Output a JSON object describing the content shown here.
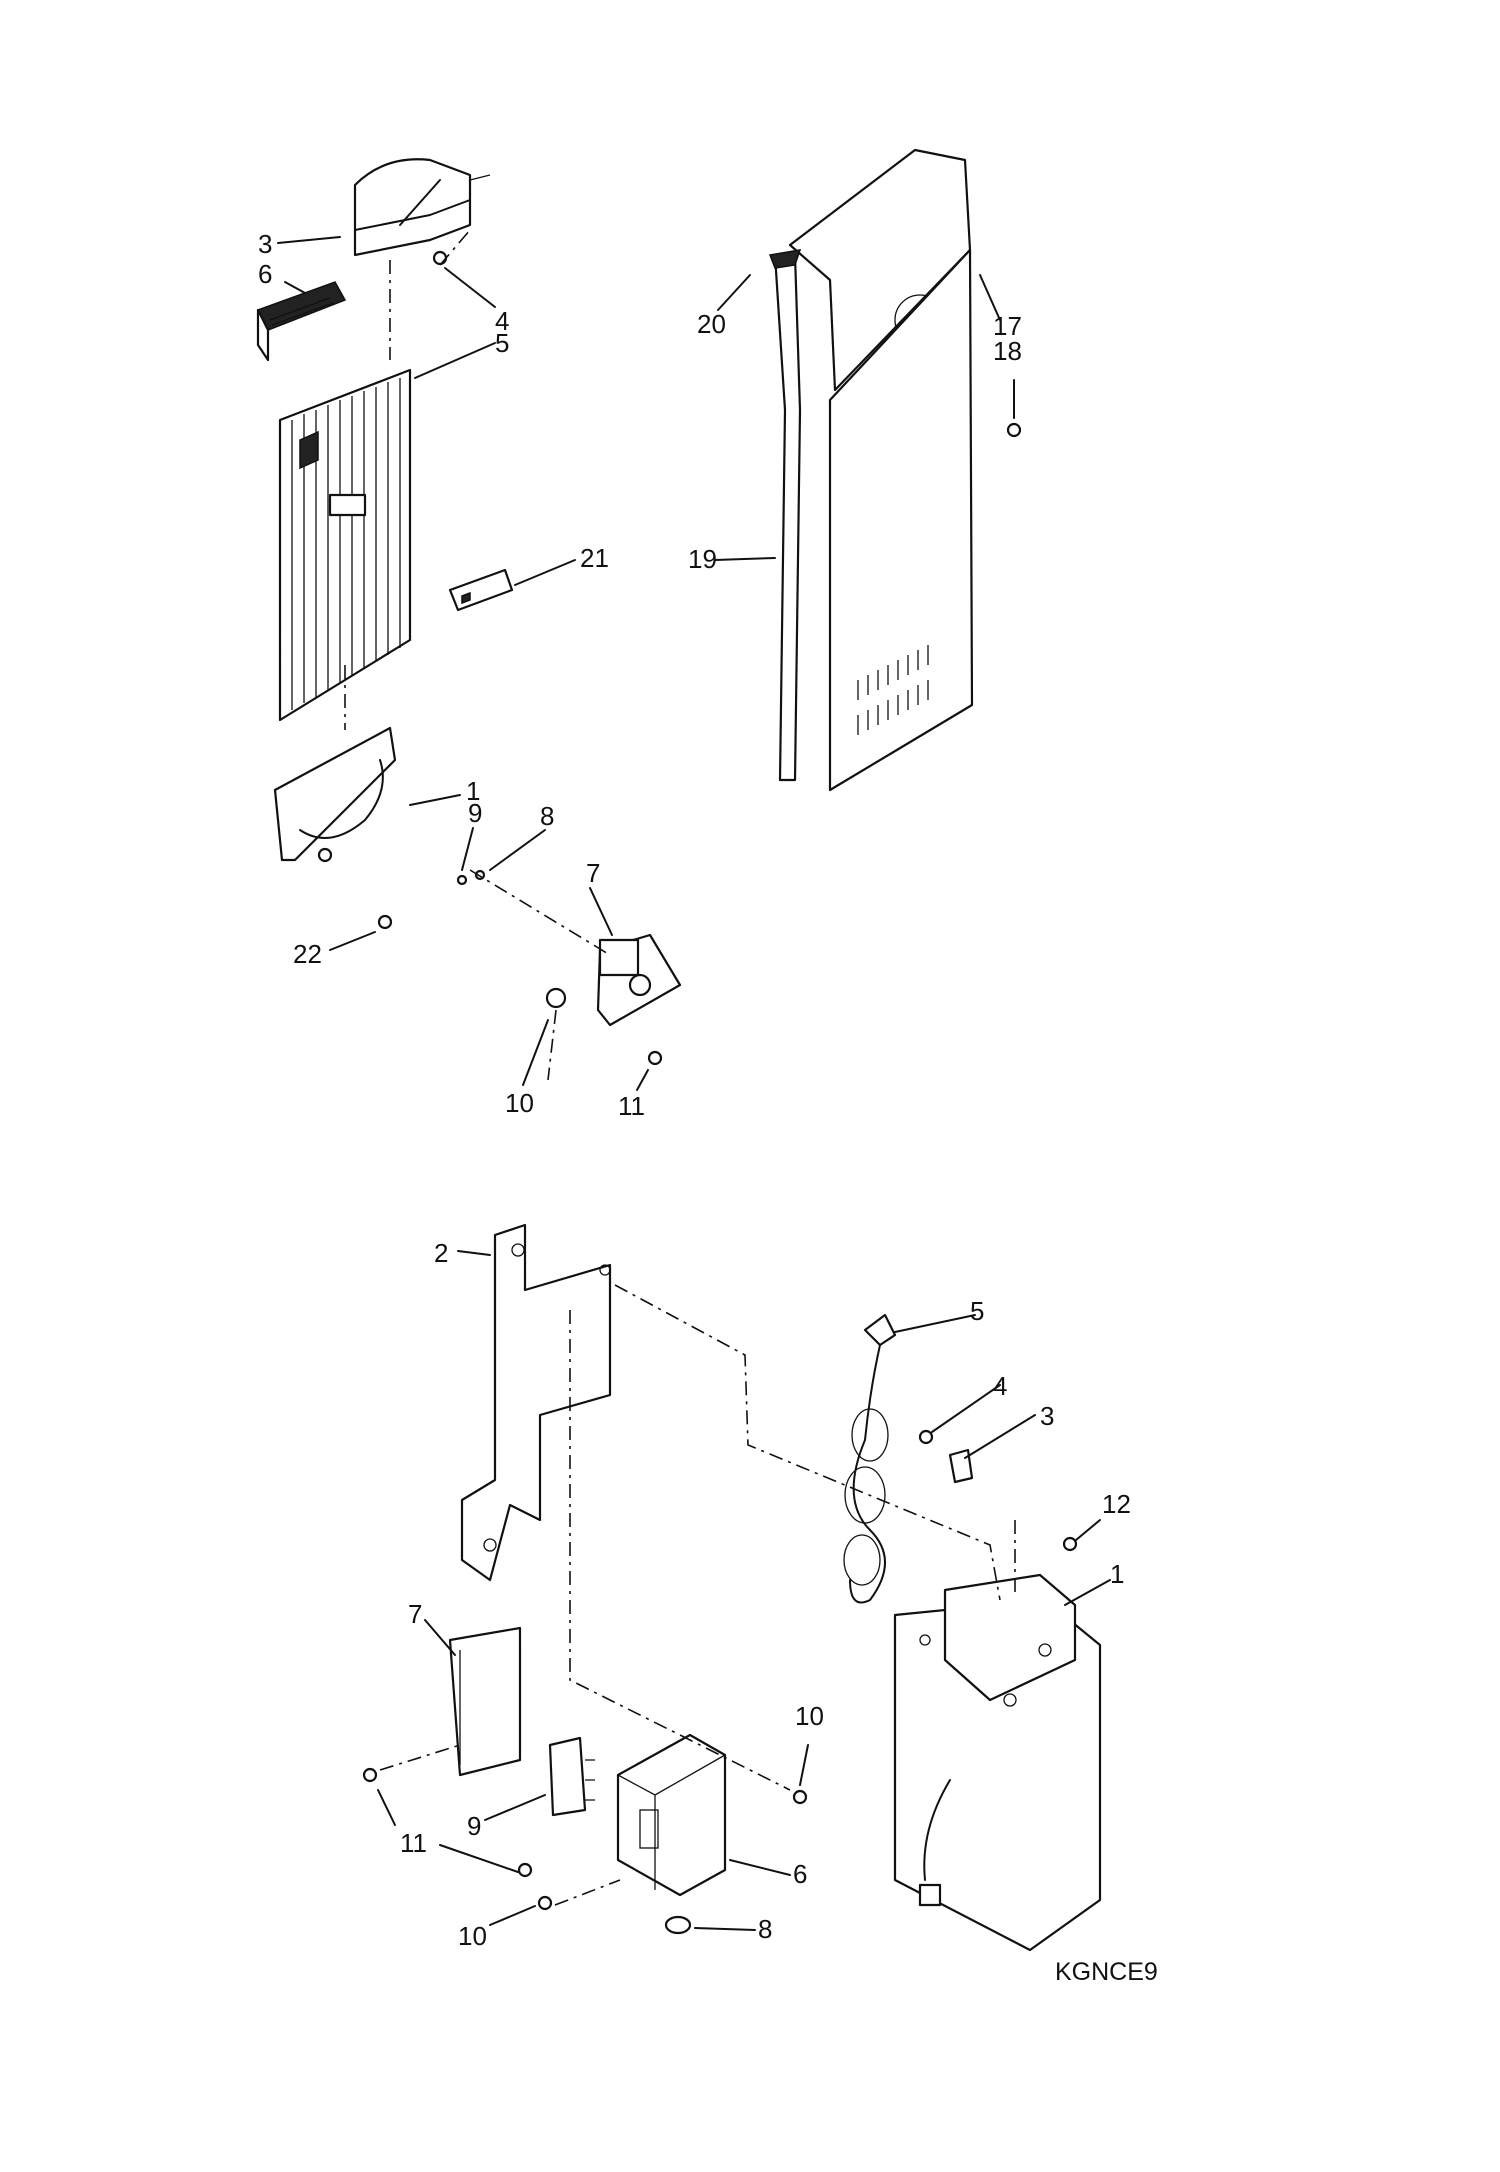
{
  "diagram_code": "KGNCE9",
  "top_assembly": {
    "callouts": [
      "3",
      "6",
      "4",
      "5",
      "21",
      "1",
      "9",
      "8",
      "7",
      "22",
      "10",
      "11",
      "20",
      "17",
      "18",
      "19"
    ]
  },
  "bottom_assembly": {
    "callouts": [
      "2",
      "5",
      "4",
      "3",
      "12",
      "1",
      "7",
      "10",
      "9",
      "11",
      "6",
      "10",
      "8"
    ]
  }
}
